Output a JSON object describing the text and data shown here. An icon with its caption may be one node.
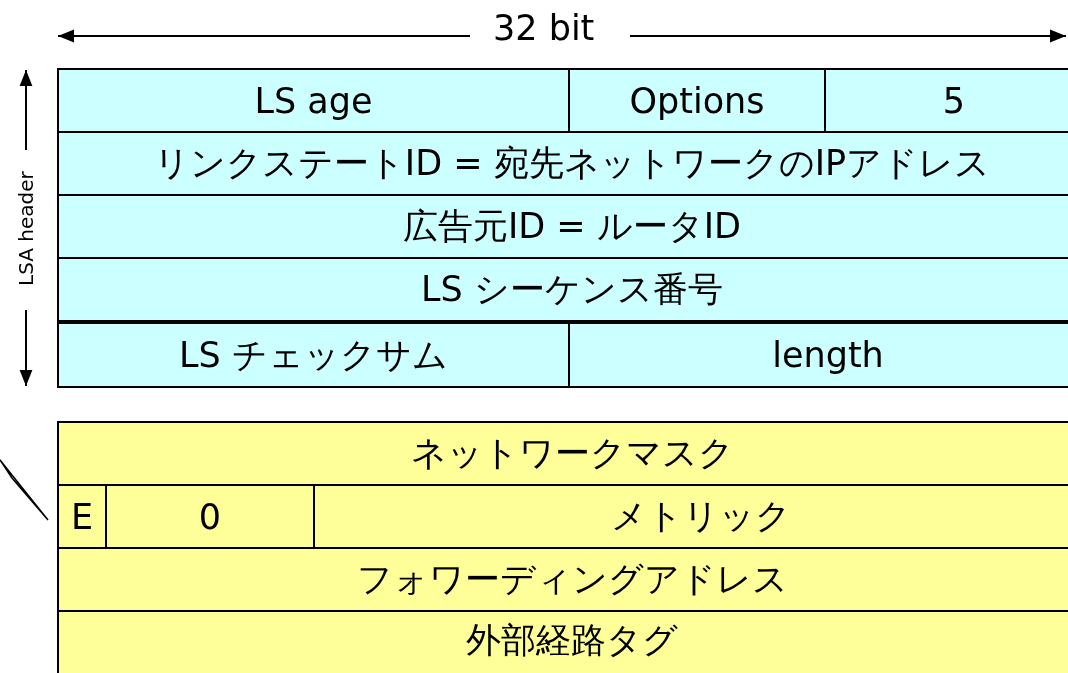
{
  "diagram": {
    "labels": [
      "32 bit",
      "LSA header",
      "LS age",
      "Options",
      "5",
      "リンクステートID = 宛先ネットワークのIPアドレス",
      "広告元ID = ルータID",
      "LS シーケンス番号",
      "LS チェックサム",
      "length",
      "ネットワークマスク",
      "E",
      "0",
      "メトリック",
      "フォワーディングアドレス",
      "外部経路タグ"
    ]
  }
}
